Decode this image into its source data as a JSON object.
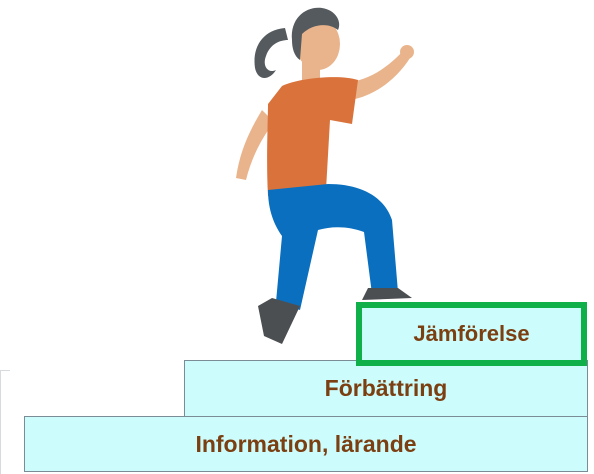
{
  "steps": [
    {
      "label": "Information, lärande"
    },
    {
      "label": "Förbättring"
    },
    {
      "label": "Jämförelse"
    }
  ],
  "highlight_step": "Jämförelse",
  "colors": {
    "step_fill": "#ccfdfc",
    "step_text": "#7b3f12",
    "highlight_border": "#0fb04a",
    "shirt": "#d9733b",
    "pants": "#0a6fbf",
    "skin": "#e9b48c",
    "hair": "#555a5e",
    "shoe": "#4c4f52"
  },
  "icons": [
    "person-climbing-stairs-icon"
  ]
}
